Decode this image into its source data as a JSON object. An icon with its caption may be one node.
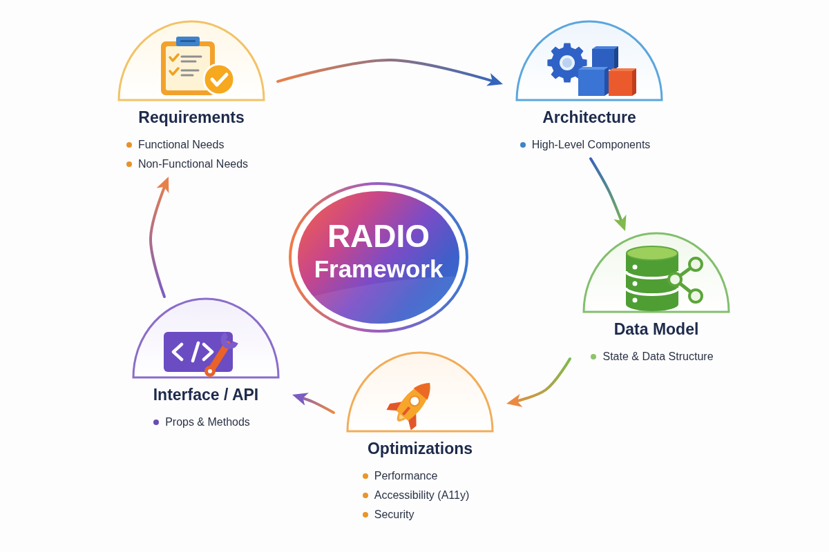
{
  "diagram": {
    "nodes": [
      {
        "text": [
          "Requirements",
          "Functional Needs",
          "Non-Functional Needs"
        ]
      },
      {
        "text": [
          "Architecture",
          "High-Level Components"
        ]
      },
      {
        "text": [
          "RADIO",
          "Framework"
        ]
      },
      {
        "text": [
          "Data Model",
          "State & Data Structure"
        ]
      },
      {
        "text": [
          "Interface / API",
          "Props & Methods"
        ]
      },
      {
        "text": [
          "Optimizations",
          "Performance",
          "Accessibility (A11y)",
          "Security"
        ]
      }
    ],
    "edges": [
      {
        "from": 0,
        "to": 1,
        "arrow": "to"
      },
      {
        "from": 1,
        "to": 3,
        "arrow": "to"
      },
      {
        "from": 3,
        "to": 5,
        "arrow": "to"
      },
      {
        "from": 5,
        "to": 4,
        "arrow": "to"
      },
      {
        "from": 4,
        "to": 0,
        "arrow": "to"
      }
    ]
  }
}
